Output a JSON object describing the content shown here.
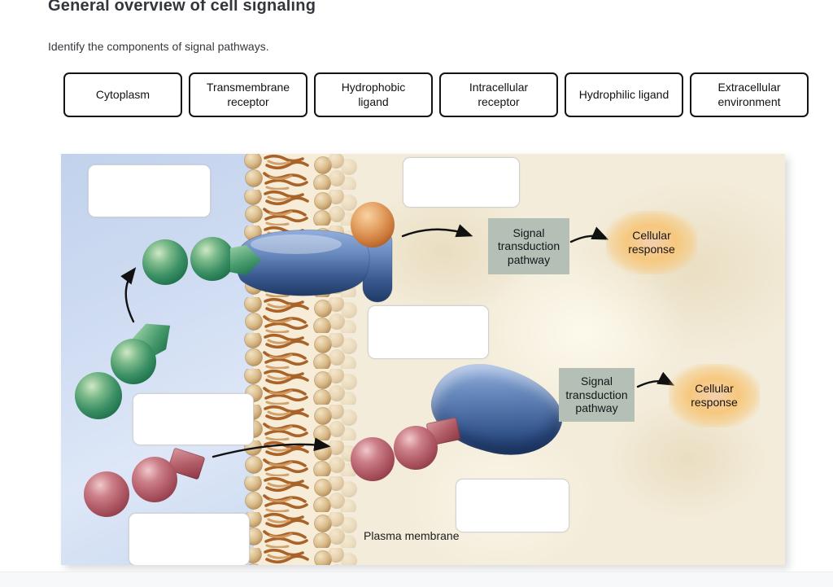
{
  "page": {
    "title": "General overview of cell signaling",
    "instruction": "Identify the components of signal pathways."
  },
  "word_bank": {
    "labels": [
      "Cytoplasm",
      "Transmembrane receptor",
      "Hydrophobic ligand",
      "Intracellular receptor",
      "Hydrophilic ligand",
      "Extracellular environment"
    ]
  },
  "diagram": {
    "pathway_box_1": "Signal transduction pathway",
    "pathway_box_2": "Signal transduction pathway",
    "cellular_response_1": "Cellular response",
    "cellular_response_2": "Cellular response",
    "plasma_membrane_label": "Plasma membrane",
    "colors": {
      "cytoplasm_bg": "#cadaf0",
      "extracellular_bg": "#f3ecda",
      "membrane_head": "#dcbe8e",
      "membrane_tail": "#a96328",
      "receptor_blue_light": "#8ba9d8",
      "receptor_blue_dark": "#24416f",
      "ligand_orange": "#cd7c3c",
      "molecule_green": "#3c9065",
      "molecule_red": "#b05a66",
      "pathway_box_bg": "#b4bfb5",
      "response_glow": "#f6c87e"
    }
  }
}
